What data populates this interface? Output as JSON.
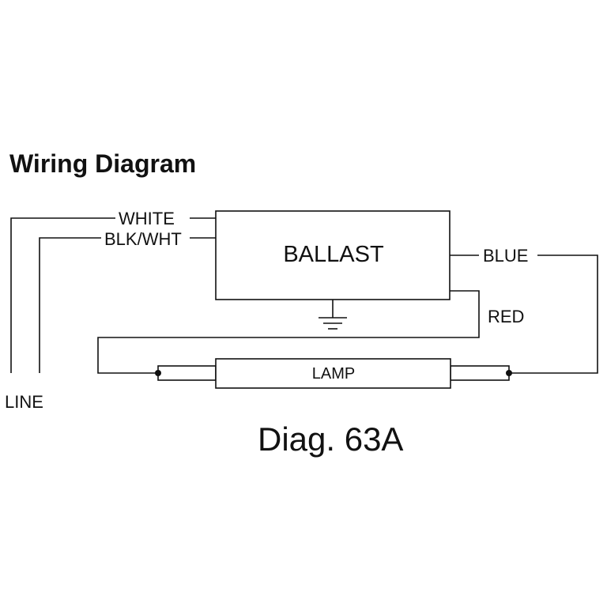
{
  "title": "Wiring Diagram",
  "components": {
    "ballast": "BALLAST",
    "lamp": "LAMP"
  },
  "wires": {
    "white": "WHITE",
    "blk_wht": "BLK/WHT",
    "blue": "BLUE",
    "red": "RED"
  },
  "line_label": "LINE",
  "caption": "Diag. 63A",
  "colors": {
    "ink": "#111111",
    "background": "#ffffff"
  }
}
